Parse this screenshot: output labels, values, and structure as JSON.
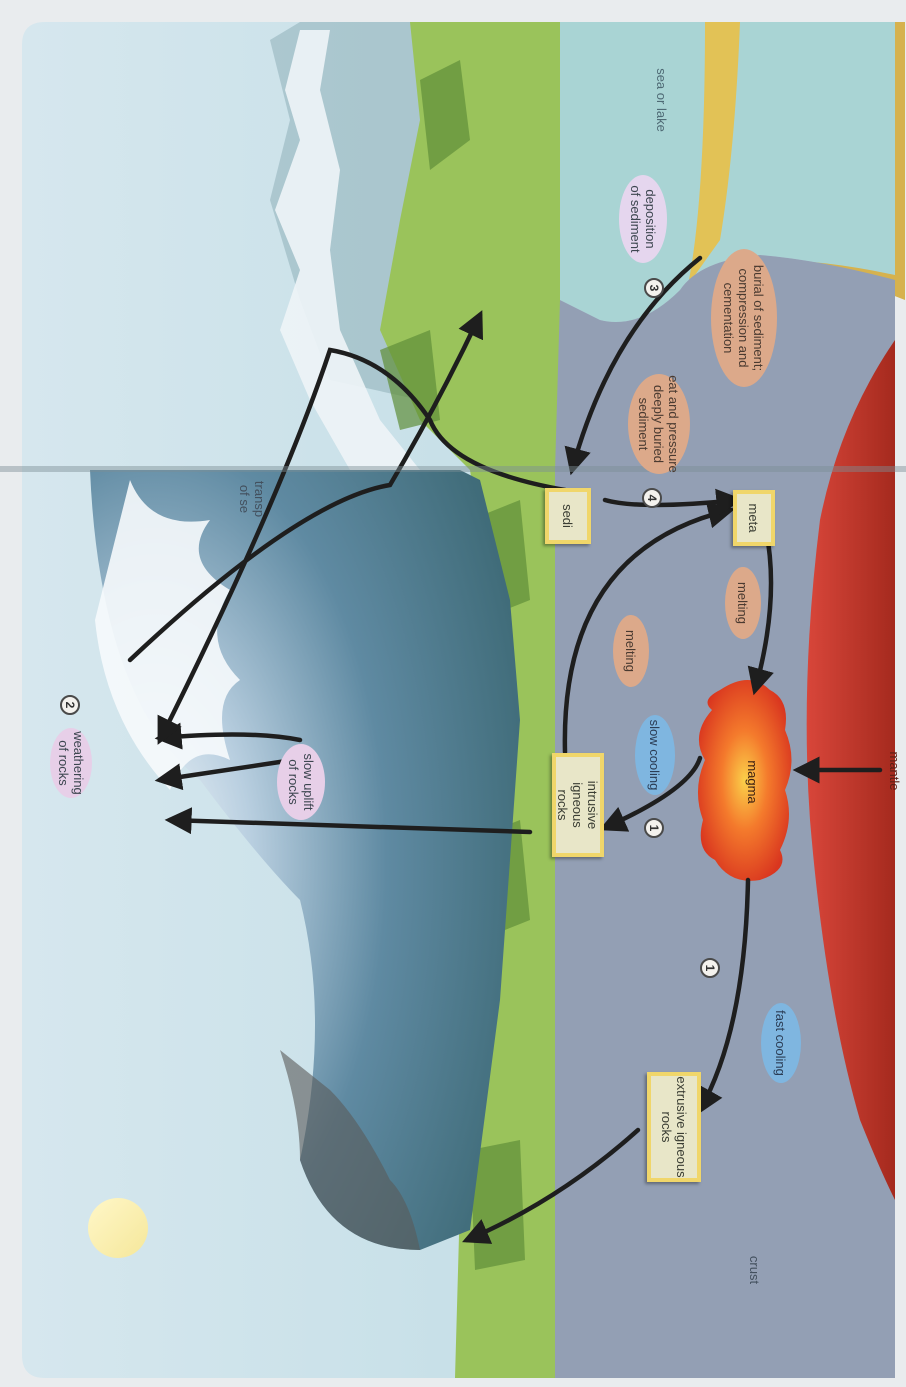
{
  "diagram": {
    "labels": {
      "weathering": "weathering\nof rocks",
      "transport": "transp\nof se",
      "slow_uplift": "slow uplift\nof rocks",
      "intrusive": "intrusive igneous\nrocks",
      "extrusive": "extrusive igneous\nrocks",
      "slow_cooling": "slow cooling",
      "fast_cooling": "fast cooling",
      "magma": "magma",
      "melting_1": "melting",
      "melting_2": "melting",
      "heat_pressure": "eat and pressure\ndeeply buried\nsediment",
      "burial": "burial of sediment;\ncompression and\ncementation",
      "deposition": "deposition\nof sediment",
      "sea_or_lake": "sea or lake",
      "sediment_box": "sedi",
      "metamorphic_box": "meta",
      "crust": "crust",
      "mantle": "mantle"
    },
    "steps": {
      "s1a": "1",
      "s1b": "1",
      "s2": "2",
      "s3": "3",
      "s4": "4"
    },
    "colors": {
      "sky": "#cfe3ea",
      "crust": "#93a0b5",
      "mantle": "#c43a2a",
      "magma": "#e54a26",
      "sea": "#a9d3d4",
      "grass": "#9bc45a"
    }
  }
}
